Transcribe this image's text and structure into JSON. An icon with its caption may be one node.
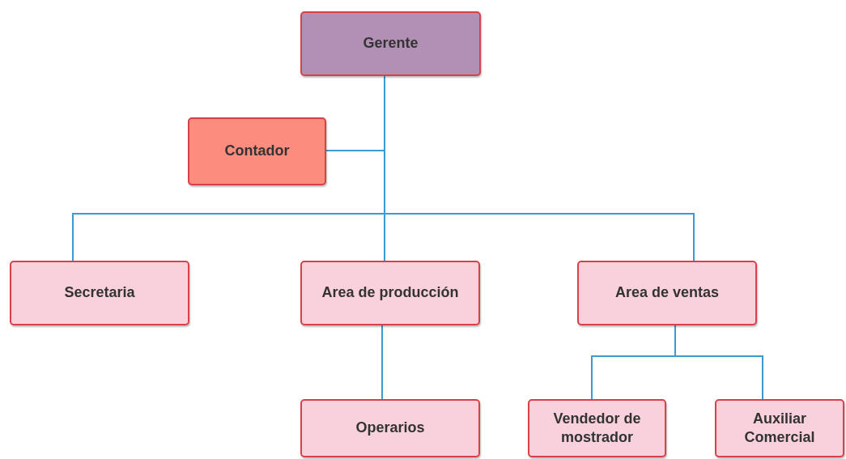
{
  "diagram": {
    "nodes": [
      {
        "text": [
          "Gerente"
        ]
      },
      {
        "text": [
          "Contador"
        ]
      },
      {
        "text": [
          "Secretaria"
        ]
      },
      {
        "text": [
          "Area de producción"
        ]
      },
      {
        "text": [
          "Area de ventas"
        ]
      },
      {
        "text": [
          "Operarios"
        ]
      },
      {
        "text": [
          "Vendedor de mostrador"
        ]
      },
      {
        "text": [
          "Auxiliar Comercial"
        ]
      }
    ],
    "edges": [
      {
        "from": 0,
        "to": 1,
        "arrow": "none"
      },
      {
        "from": 0,
        "to": 2,
        "arrow": "none"
      },
      {
        "from": 0,
        "to": 3,
        "arrow": "none"
      },
      {
        "from": 0,
        "to": 4,
        "arrow": "none"
      },
      {
        "from": 3,
        "to": 5,
        "arrow": "none"
      },
      {
        "from": 4,
        "to": 6,
        "arrow": "none"
      },
      {
        "from": 4,
        "to": 7,
        "arrow": "none"
      }
    ]
  }
}
